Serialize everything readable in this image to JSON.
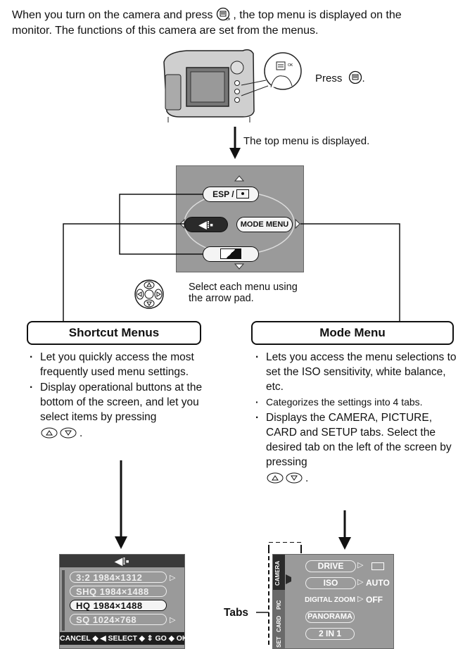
{
  "intro": {
    "line1_a": "When you turn on the camera and press",
    "line1_b": ", the top menu is displayed on the",
    "line2": "monitor. The functions of this camera are set from the menus."
  },
  "press_caption": "Press",
  "top_menu_caption": "The top menu is displayed.",
  "top_menu": {
    "esp_label": "ESP /",
    "mode_menu_label": "MODE MENU"
  },
  "arrow_pad_caption_1": "Select each menu using",
  "arrow_pad_caption_2": "the arrow pad.",
  "shortcut_menus": {
    "title": "Shortcut Menus",
    "bullets": [
      "Let you quickly access the most frequently used menu settings.",
      "Display operational buttons at the bottom of the screen, and let you select items by pressing"
    ],
    "bullet2_suffix": "."
  },
  "mode_menu": {
    "title": "Mode Menu",
    "bullets": [
      "Lets you access the menu selections to set the ISO sensitivity, white balance, etc.",
      "Categorizes the settings into 4 tabs.",
      "Displays the CAMERA, PICTURE, CARD and SETUP tabs. Select the desired tab on the left of the screen by pressing"
    ],
    "bullet3_suffix": "."
  },
  "quality_screen": {
    "rows": [
      "3:2  1984×1312",
      "SHQ  1984×1488",
      "HQ  1984×1488",
      "SQ  1024×768"
    ],
    "footer": "CANCEL ◆ ◀  SELECT ◆ ⇕  GO ◆ OK"
  },
  "mode_screen": {
    "tabs_label": "Tabs",
    "tab_names": [
      "CAMERA",
      "PIC",
      "CARD",
      "SET"
    ],
    "items": [
      "DRIVE",
      "ISO",
      "DIGITAL ZOOM",
      "PANORAMA",
      "2  IN  1"
    ],
    "values": [
      "AUTO",
      "OFF"
    ]
  }
}
